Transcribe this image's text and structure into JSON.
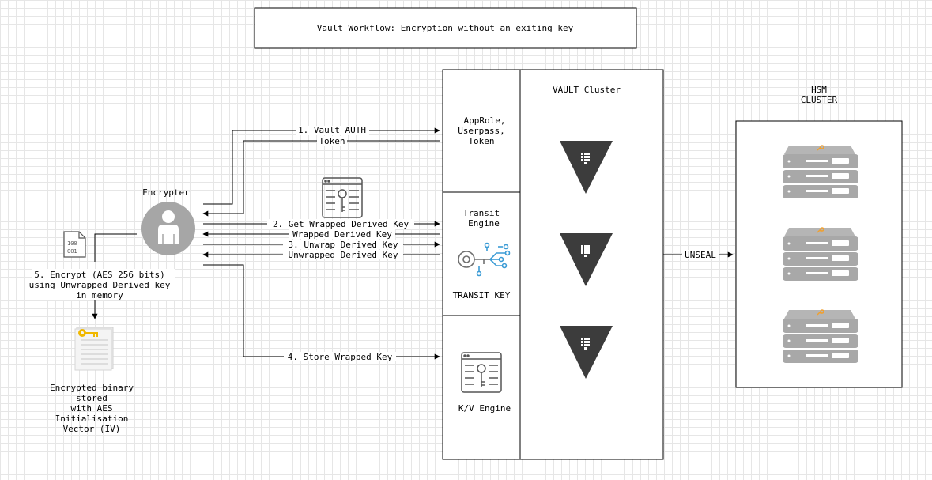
{
  "title": "Vault Workflow: Encryption without an exiting key",
  "actor": {
    "label": "Encrypter"
  },
  "vault": {
    "cluster_label": "VAULT Cluster",
    "auth_methods": [
      "AppRole,",
      "Userpass,",
      "Token"
    ],
    "transit_engine": [
      "Transit",
      "Engine"
    ],
    "transit_key": "TRANSIT KEY",
    "kv_engine": "K/V Engine"
  },
  "hsm": {
    "label": [
      "HSM",
      "CLUSTER"
    ]
  },
  "flows": {
    "vault_auth": "1. Vault AUTH",
    "token": "Token",
    "get_wrapped": "2. Get Wrapped Derived Key",
    "wrapped": "Wrapped Derived Key",
    "unwrap": "3. Unwrap Derived Key",
    "unwrapped": "Unwrapped Derived Key",
    "store": "4. Store Wrapped Key",
    "unseal": "UNSEAL"
  },
  "encrypt_step": [
    "5. Encrypt (AES 256 bits)",
    "using Unwrapped Derived key",
    "in memory"
  ],
  "encrypted_file": [
    "Encrypted binary",
    "stored",
    "with AES",
    "Initialisation",
    "Vector (IV)"
  ],
  "colors": {
    "grid": "#e6e6e6",
    "vault_triangle": "#3c3c3c",
    "actor": "#a6a6a6",
    "server": "#a8a8a8",
    "key_accent": "#f0a030",
    "icon_blue": "#3a9bd5"
  }
}
